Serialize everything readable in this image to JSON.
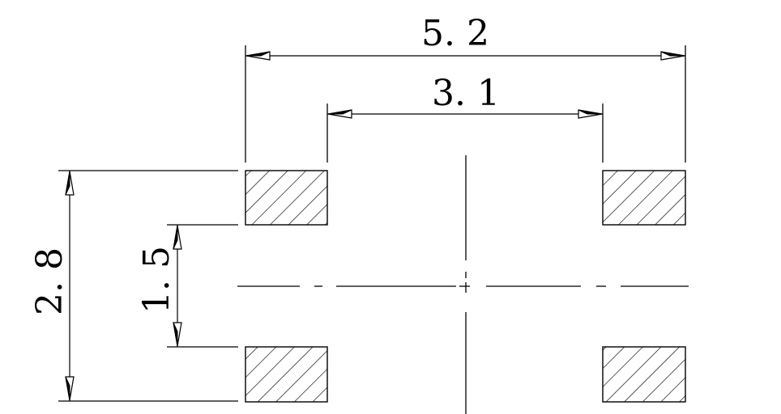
{
  "dimensions": {
    "overall_width": "5. 2",
    "inner_gap": "3. 1",
    "overall_height": "2. 8",
    "inner_height": "1. 5"
  },
  "colors": {
    "ink": "#000000",
    "background": "#ffffff"
  }
}
